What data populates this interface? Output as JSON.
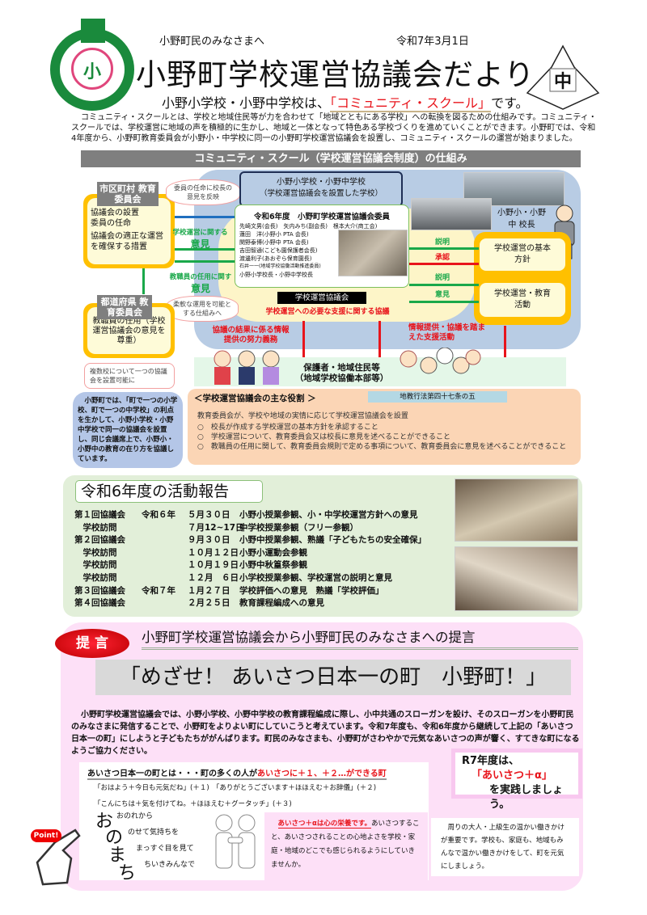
{
  "header": {
    "greeting": "小野町民のみなさまへ",
    "date": "令和7年3月1日",
    "title": "小野町学校運営協議会だより",
    "subtitle_before": "小野小学校・小野中学校は、",
    "subtitle_highlight": "「コミュニティ・スクール」",
    "subtitle_after": "です。",
    "logo_left_text": "小",
    "logo_right_text": "中"
  },
  "intro": "コミュニティ・スクールとは、学校と地域住民等が力を合わせて「地域とともにある学校」への転換を図るための仕組みです。コミュニティ・スクールでは、学校運営に地域の声を積極的に生かし、地域と一体となって特色ある学校づくりを進めていくことができます。小野町では、令和4年度から、小野町教育委員会が小野小・中学校に同一の小野町学校運営協議会を設置し、コミュニティ・スクールの運営が始まりました。",
  "diagram": {
    "title": "コミュニティ・スクール（学校運営協議会制度）の仕組み",
    "municipal_board": {
      "label": "市区町村 教育委員会",
      "items": [
        "協議会の設置",
        "委員の任命",
        "協議会の適正な運営を確保する措置"
      ]
    },
    "prefectural_board": {
      "label": "都道府県 教育委員会",
      "text": "教職員の任用（学校運営協議会の意見を尊重）"
    },
    "bubble_top": "委員の任命に校長の意見を反映",
    "bubble_mid": "柔軟な運用を可能とする仕組みへ",
    "bubble_bottom": "複数校について一つの協議会を設置可能に",
    "opinion_school": "学校運営に関する",
    "opinion_school_big": "意見",
    "opinion_staff": "教職員の任用に関す",
    "opinion_staff_big": "意見",
    "school_box": {
      "line1": "小野小学校・小野中学校",
      "line2": "（学校運営協議会を設置した学校）"
    },
    "members": {
      "title": "令和6年度　小野町学校運営協議会委員",
      "lines": [
        "先崎文男(会長)　矢内みち(副会長)　根本大介(商工会)",
        "蓮田　洋(小野小 PTA 会長)",
        "関野泰博(小野中 PTA 会長)",
        "吉田智通(こども園保護者会長)",
        "渡邊利子(あおぞら保育園長)",
        "石井一一(地域学校協働活動推進委員)",
        "小野小学校長・小野中学校長"
      ]
    },
    "council_label": "学校運営協議会",
    "council_sub": "学校運営への必要な支援に関する協議",
    "principal_label": "小野小・小野中 校長",
    "policy_box": "学校運営の基本方針",
    "activity_box": "学校運営・教育活動",
    "arrows": [
      "説明",
      "承認",
      "説明",
      "意見"
    ],
    "duty_text": "協議の結果に係る情報提供の努力義務",
    "support_text": "情報提供・協議を踏まえた支援活動",
    "community": {
      "line1": "保護者・地域住民等",
      "line2": "（地域学校協働本部等）"
    }
  },
  "ono_note": "小野町では、「町で一つの小学校、町で一つの中学校」の利点を生かして、小野小学校・小野中学校で同一の協議会を設置し、同じ会議席上で、小野小・小野中の教育の在り方を協議しています。",
  "roles": {
    "title": "＜学校運営協議会の主な役割 ＞",
    "law_tag": "地教行法第四十七条の五",
    "lead": "教育委員会が、学校や地域の実情に応じて学校運営協議会を設置",
    "items": [
      "○　校長が作成する学校運営の基本方針を承認すること",
      "○　学校運営について、教育委員会又は校長に意見を述べることができること",
      "○　教職員の任用に関して、教育委員会規則で定める事項について、教育委員会に意見を述べることができること"
    ]
  },
  "activities": {
    "title": "令和6年度の活動報告",
    "rows": [
      {
        "event": "第１回協議会",
        "era": "令和６年",
        "date": "５月３０日",
        "desc": "小野小授業参観、小・中学校運営方針への意見"
      },
      {
        "event": "　学校訪問",
        "era": "",
        "date": "７月12~17日",
        "desc": "中学校授業参観（フリー参観）"
      },
      {
        "event": "第２回協議会",
        "era": "",
        "date": "９月３０日",
        "desc": "小野中授業参観、熟議「子どもたちの安全確保」"
      },
      {
        "event": "　学校訪問",
        "era": "",
        "date": "１０月１２日",
        "desc": "小野小運動会参観"
      },
      {
        "event": "　学校訪問",
        "era": "",
        "date": "１０月１９日",
        "desc": "小野中秋篁祭参観"
      },
      {
        "event": "　学校訪問",
        "era": "",
        "date": "１２月　６日",
        "desc": "小学校授業参観、学校運営の説明と意見"
      },
      {
        "event": "第３回協議会",
        "era": "令和７年",
        "date": "１月２７日",
        "desc": "学校評価への意見　熟議「学校評価」"
      },
      {
        "event": "第４回協議会",
        "era": "",
        "date": "２月２５日",
        "desc": "教育課程編成への意見"
      }
    ]
  },
  "proposal": {
    "badge": "提 言",
    "heading": "小野町学校運営協議会から小野町民のみなさまへの提言",
    "slogan": "「めざせ！ あいさつ日本一の町　小野町！」",
    "body": "小野町学校運営協議会では、小野小学校、小野中学校の教育課程編成に際し、小中共通のスローガンを設け、そのスローガンを小野町民のみなさまに発信することで、小野町をよりよい町にしていこうと考えています。令和7年度も、令和6年度から継続して上記の「あいさつ日本一の町」にしようと子どもたちががんばります。町民のみなさまも、小野町がさわやかで元気なあいさつの声が響く、すてきな町になるようご協力ください。",
    "definition_before": "あいさつ日本一の町とは・・・町の多くの人が",
    "definition_highlight": "あいさつに＋１、＋２…ができる町",
    "examples": [
      "「おはよう＋今日も元気だね」(＋１)　「ありがとうございます＋ほほえむ＋お辞儀」(＋２)",
      "「こんにちは＋気を付けてね。＋ほほえむ＋グータッチ」(＋３)"
    ],
    "onomachi": {
      "chars": [
        "お",
        "の",
        "ま",
        "ち"
      ],
      "lines": [
        "おのれから",
        "のせて気持ちを",
        "まっすぐ目を見て",
        "ちいきみんなで"
      ]
    },
    "point_label": "Point!",
    "nourish_highlight": "あいさつ＋αは心の栄養です。",
    "nourish_rest": "あいさつすること、あいさつされることの心地よさを学校・家庭・地域のどこでも感じられるようにしていきませんか。",
    "r7": {
      "line1": "R7年度は、",
      "line2": "「あいさつ＋α」",
      "line3": "を実践しましょう。"
    },
    "adults_note": "周りの大人・上級生の温かい働きかけが重要です。学校も、家庭も、地域もみんなで温かい働きかけをして、町を元気にしましょう。"
  },
  "colors": {
    "green": "#1aa84a",
    "red": "#e8141b",
    "orange": "#ffc000",
    "diagram_blue": "#b8cce4",
    "activity_bg": "#e2efd9",
    "proposal_bg": "#fde0f7"
  }
}
